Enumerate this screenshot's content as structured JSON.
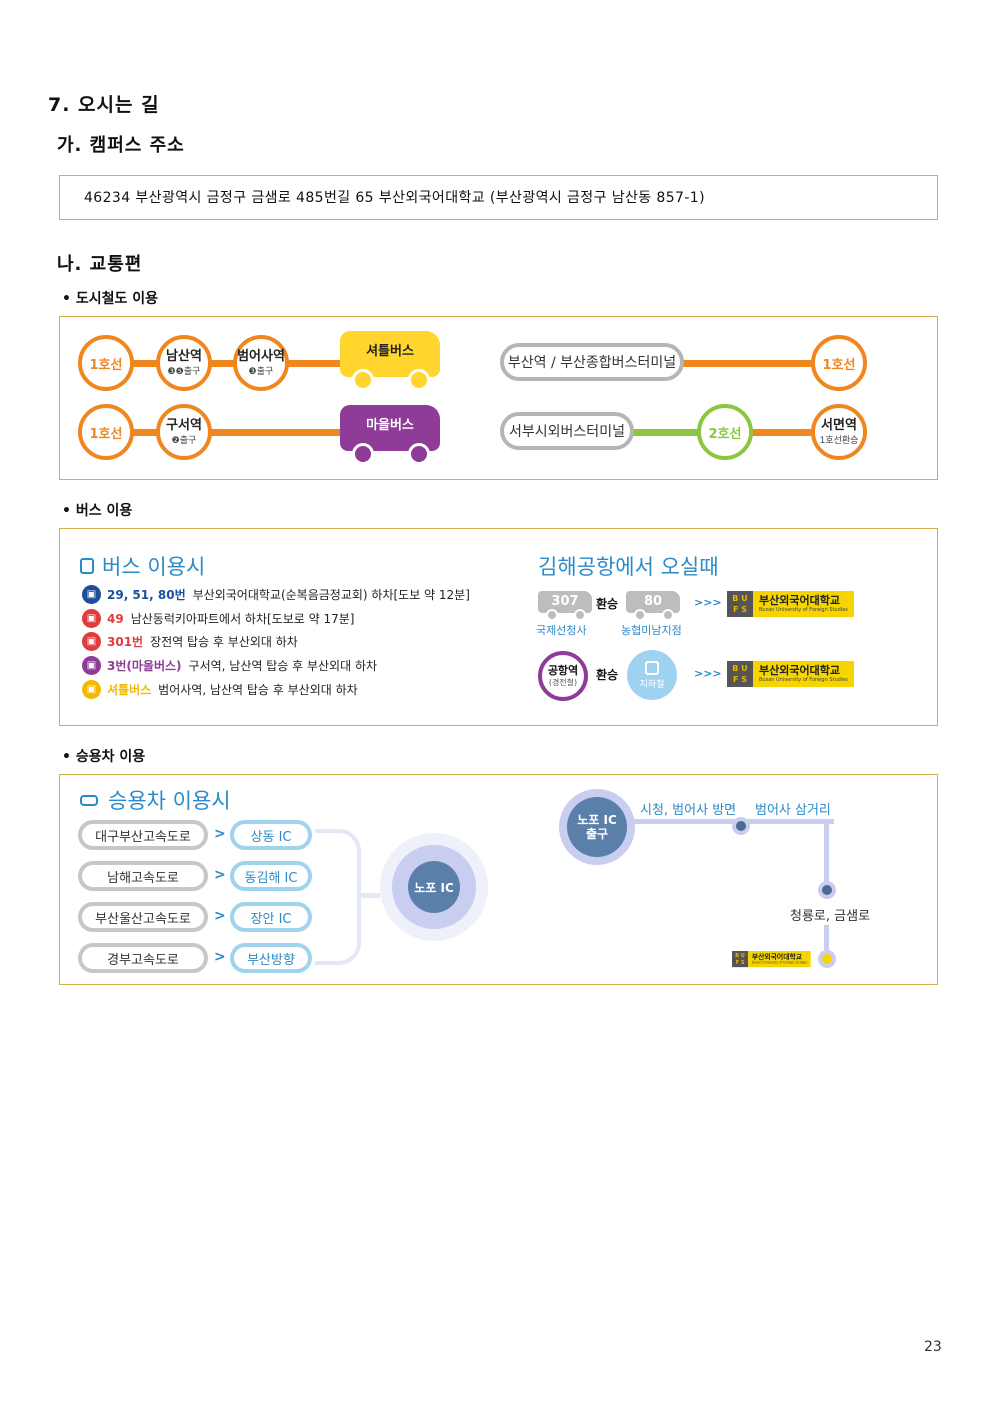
{
  "heading": "7. 오시는 길",
  "campus": {
    "title": "가. 캠퍼스 주소",
    "address": "46234 부산광역시 금정구 금샘로 485번길 65 부산외국어대학교 (부산광역시 금정구 남산동 857-1)"
  },
  "transport": {
    "title": "나. 교통편",
    "subway_bullet": "• 도시철도 이용",
    "bus_bullet": "• 버스 이용",
    "car_bullet": "• 승용차 이용"
  },
  "subway": {
    "line1": "1호선",
    "line2": "2호선",
    "namsan": "남산역",
    "namsan_exit": "❸❺출구",
    "beomeosa": "범어사역",
    "beomeosa_exit": "❸출구",
    "guseo": "구서역",
    "guseo_exit": "❷출구",
    "shuttle": "셔틀버스",
    "village": "마을버스",
    "busan_station": "부산역 / 부산종합버스터미널",
    "seobu": "서부시외버스터미널",
    "seomyeon": "서면역",
    "seomyeon_sub": "1호선환승"
  },
  "bus": {
    "title": "버스 이용시",
    "rows": [
      {
        "num": "29, 51, 80번",
        "desc": "부산외국어대학교(순복음금정교회) 하차[도보 약 12분]",
        "color": "#1b4f9c"
      },
      {
        "num": "49",
        "desc": "남산동럭키아파트에서 하차[도보로 약 17분]",
        "color": "#e23b3b"
      },
      {
        "num": "301번",
        "desc": "장전역 탑승 후 부산외대 하차",
        "color": "#e23b3b"
      },
      {
        "num": "3번(마을버스)",
        "desc": "구서역, 남산역 탑승 후 부산외대 하차",
        "color": "#8e3c97"
      },
      {
        "num": "셔틀버스",
        "desc": "범어사역, 남산역 탑승 후 부산외대 하차",
        "color": "#f5b800"
      }
    ],
    "airport_title": "김해공항에서 오실때",
    "bus307": "307",
    "bus80": "80",
    "transfer": "환승",
    "stop1": "국제선청사",
    "stop2": "농협미남지점",
    "airport_station": "공항역",
    "airport_line": "(경전철)",
    "subway_label": "지하철",
    "arrows": ">>>",
    "bufs_top": "B U",
    "bufs_bottom": "F S",
    "univ_name": "부산외국어대학교",
    "univ_en": "Busan University of Foreign Studies"
  },
  "car": {
    "title": "승용차 이용시",
    "highways": [
      "대구부산고속도로",
      "남해고속도로",
      "부산울산고속도로",
      "경부고속도로"
    ],
    "ics": [
      "상동 IC",
      "동김해 IC",
      "장안 IC",
      "부산방향"
    ],
    "chevron": ">",
    "nopo": "노포 IC",
    "nopo_exit_1": "노포 IC",
    "nopo_exit_2": "출구",
    "route1": "시청, 범어사 방면",
    "route2": "범어사 삼거리",
    "route3": "청룡로, 금샘로"
  },
  "page_number": "23"
}
